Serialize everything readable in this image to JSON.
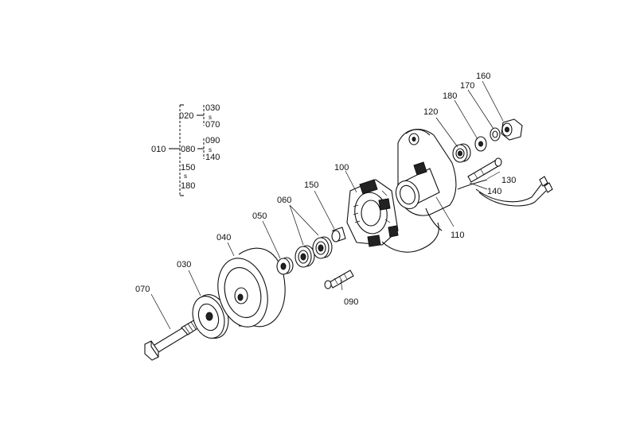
{
  "diagram": {
    "part_labels": {
      "p010": "010",
      "p020": "020",
      "p030": "030",
      "p040": "040",
      "p050": "050",
      "p060": "060",
      "p070": "070",
      "p080": "080",
      "p090": "090",
      "p100": "100",
      "p110": "110",
      "p120": "120",
      "p130": "130",
      "p140": "140",
      "p150": "150",
      "p160": "160",
      "p170": "170",
      "p180": "180"
    },
    "tree": {
      "root": "010",
      "n020": "020",
      "n030": "030",
      "n070": "070",
      "n080": "080",
      "n090": "090",
      "n140": "140",
      "n150": "150",
      "n180": "180",
      "range_mark": "s"
    }
  }
}
